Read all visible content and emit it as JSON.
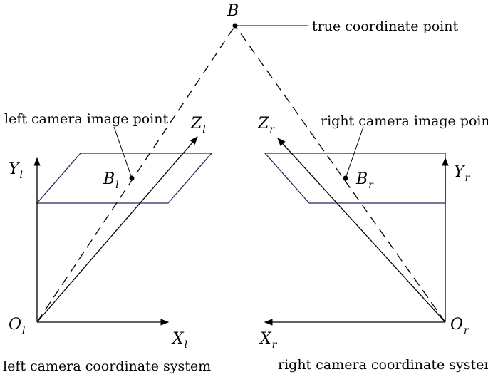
{
  "point_B": {
    "base": "B"
  },
  "callouts": {
    "true_point": "true coordinate point",
    "left_image_point": "left camera image point",
    "right_image_point": "right camera image point"
  },
  "left_camera": {
    "origin": {
      "base": "O",
      "sub": "l"
    },
    "x_axis": {
      "base": "X",
      "sub": "l"
    },
    "y_axis": {
      "base": "Y",
      "sub": "l"
    },
    "z_axis": {
      "base": "Z",
      "sub": "l"
    },
    "image_point": {
      "base": "B",
      "sub": "l"
    },
    "caption": "left camera coordinate system"
  },
  "right_camera": {
    "origin": {
      "base": "O",
      "sub": "r"
    },
    "x_axis": {
      "base": "X",
      "sub": "r"
    },
    "y_axis": {
      "base": "Y",
      "sub": "r"
    },
    "z_axis": {
      "base": "Z",
      "sub": "r"
    },
    "image_point": {
      "base": "B",
      "sub": "r"
    },
    "caption": "right camera coordinate system"
  },
  "colors": {
    "ink": "#000000",
    "image_plane": "#1f2a5a"
  }
}
